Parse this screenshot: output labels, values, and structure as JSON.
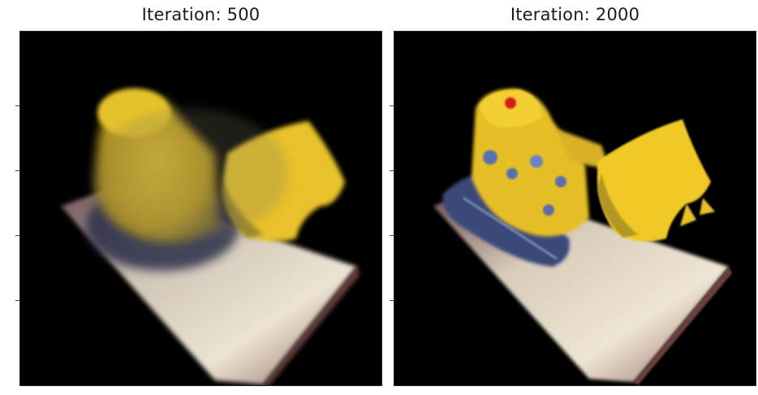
{
  "panels": [
    {
      "title": "Iteration: 500",
      "render_quality": "blurry"
    },
    {
      "title": "Iteration: 2000",
      "render_quality": "sharper"
    }
  ],
  "colors": {
    "background": "#000000",
    "bulldozer_yellow": "#e8c22a",
    "bulldozer_blue": "#5a6fae",
    "ground_cream": "#e6dccb",
    "ground_edge": "#7a4a44",
    "indicator_red": "#d11a1a"
  }
}
